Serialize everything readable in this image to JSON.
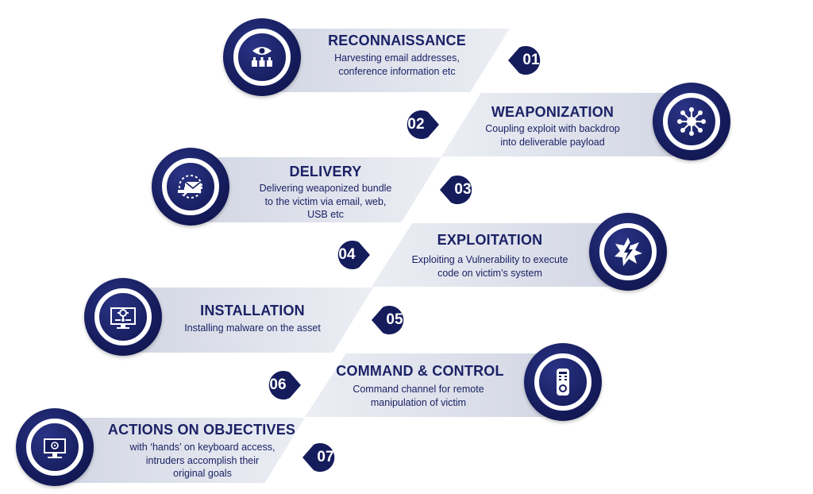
{
  "steps": [
    {
      "number": "01",
      "title": "RECONNAISSANCE",
      "lines": [
        "Harvesting email addresses,",
        "conference information etc"
      ],
      "icon": "eye-surveillance-icon"
    },
    {
      "number": "02",
      "title": "WEAPONIZATION",
      "lines": [
        "Coupling exploit with backdrop",
        "into deliverable payload"
      ],
      "icon": "network-hub-icon"
    },
    {
      "number": "03",
      "title": "DELIVERY",
      "lines": [
        "Delivering weaponized bundle",
        "to the victim via email, web,",
        "USB etc"
      ],
      "icon": "email-delivery-icon"
    },
    {
      "number": "04",
      "title": "EXPLOITATION",
      "lines": [
        "Exploiting a Vulnerability to execute",
        "code on victim’s system"
      ],
      "icon": "lightning-burst-icon"
    },
    {
      "number": "05",
      "title": "INSTALLATION",
      "lines": [
        "Installing malware on the asset"
      ],
      "icon": "monitor-settings-icon"
    },
    {
      "number": "06",
      "title": "COMMAND & CONTROL",
      "lines": [
        "Command channel for remote",
        "manipulation of victim"
      ],
      "icon": "remote-control-icon"
    },
    {
      "number": "07",
      "title": "ACTIONS ON OBJECTIVES",
      "lines": [
        "with ‘hands’ on keyboard access,",
        "intruders accomplish their",
        "original goals"
      ],
      "icon": "target-monitor-icon"
    }
  ],
  "colors": {
    "navy": "#151c5c",
    "band": "#d2d6e3",
    "text": "#1b2266"
  }
}
